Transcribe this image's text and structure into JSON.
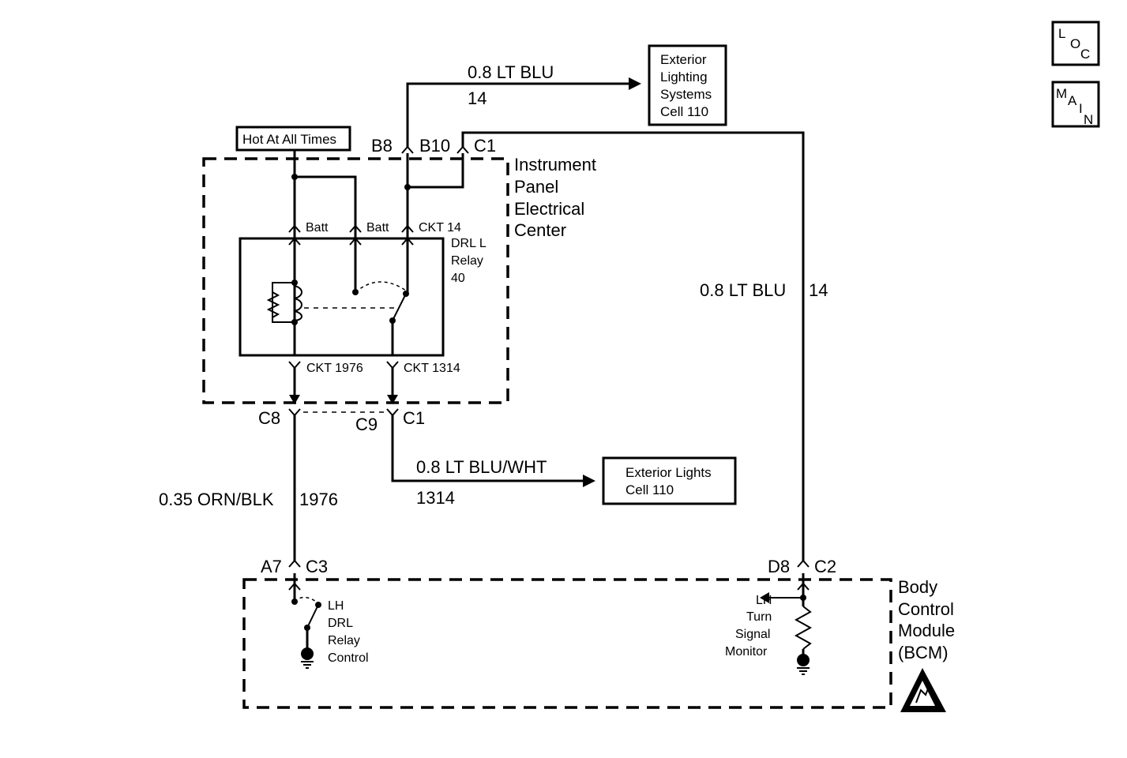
{
  "nav": {
    "loc_letters": [
      "L",
      "O",
      "C"
    ],
    "main_letters": [
      "M",
      "A",
      "I",
      "N"
    ]
  },
  "labels": {
    "hot_at_all_times": "Hot At All Times",
    "wire_top": "0.8 LT BLU",
    "wire_top_ckt": "14",
    "exterior_lighting_box": [
      "Exterior",
      "Lighting",
      "Systems",
      "Cell 110"
    ],
    "conn_b8": "B8",
    "conn_b10": "B10",
    "conn_c1_top": "C1",
    "ipec": [
      "Instrument",
      "Panel",
      "Electrical",
      "Center"
    ],
    "batt_1": "Batt",
    "batt_2": "Batt",
    "ckt_14": "CKT 14",
    "relay": [
      "DRL L",
      "Relay",
      "40"
    ],
    "ckt_1976": "CKT 1976",
    "ckt_1314": "CKT 1314",
    "conn_c8": "C8",
    "conn_c9": "C9",
    "conn_c1_bottom": "C1",
    "wire_right": "0.8 LT BLU",
    "wire_right_ckt": "14",
    "wire_mid": "0.8 LT BLU/WHT",
    "wire_mid_ckt": "1314",
    "exterior_lights_box": [
      "Exterior Lights",
      "Cell 110"
    ],
    "wire_left": "0.35 ORN/BLK",
    "wire_left_ckt": "1976",
    "conn_a7": "A7",
    "conn_c3": "C3",
    "conn_d8": "D8",
    "conn_c2": "C2",
    "lh_drl": [
      "LH",
      "DRL",
      "Relay",
      "Control"
    ],
    "lh_turn": [
      "LH",
      "Turn",
      "Signal",
      "Monitor"
    ],
    "bcm": [
      "Body",
      "Control",
      "Module",
      "(BCM)"
    ]
  },
  "icons": {
    "esd": "esd-warning-icon",
    "ground": "ground-icon",
    "resistor": "resistor-icon",
    "coil": "relay-coil-icon",
    "switch": "relay-switch-icon"
  }
}
